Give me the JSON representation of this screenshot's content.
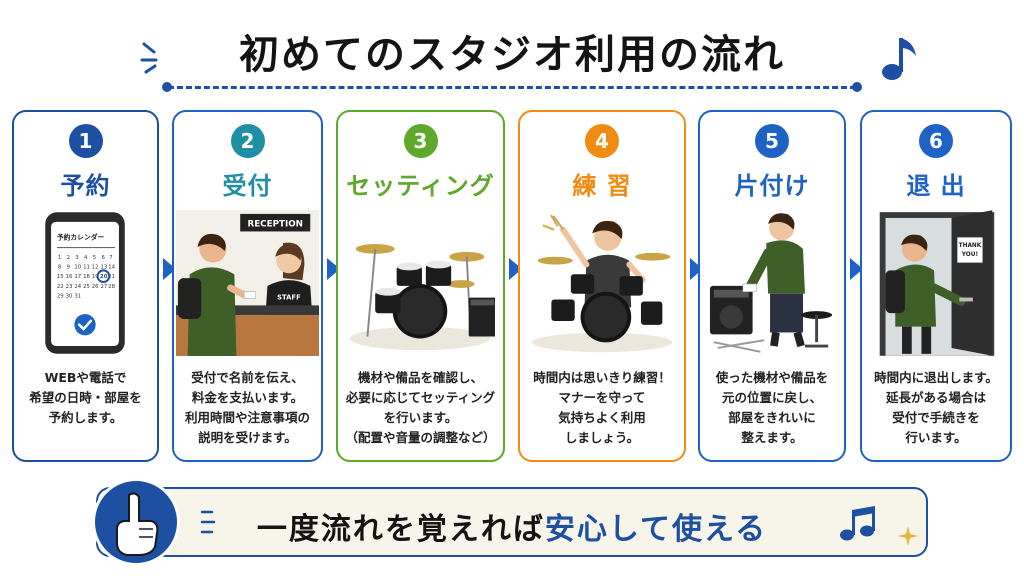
{
  "title": "初めてのスタジオ利用の流れ",
  "steps": [
    {
      "num": "1",
      "title": "予約",
      "color": "#1d4fa3",
      "lines": [
        "WEBや電話で",
        "希望の日時・部屋を",
        "予約します。"
      ],
      "calendar_label": "予約カレンダー"
    },
    {
      "num": "2",
      "title": "受付",
      "color": "#1f8fa6",
      "lines": [
        "受付で名前を伝え、",
        "料金を支払います。",
        "利用時間や注意事項の",
        "説明を受けます。"
      ],
      "sign": "RECEPTION",
      "shirt": "STAFF"
    },
    {
      "num": "3",
      "title": "セッティング",
      "color": "#5ea82a",
      "lines": [
        "機材や備品を確認し、",
        "必要に応じてセッティング",
        "を行います。",
        "（配置や音量の調整など）"
      ]
    },
    {
      "num": "4",
      "title": "練 習",
      "color": "#f08c12",
      "lines": [
        "時間内は思いきり練習！",
        "マナーを守って",
        "気持ちよく利用",
        "しましょう。"
      ]
    },
    {
      "num": "5",
      "title": "片付け",
      "color": "#1d62c4",
      "lines": [
        "使った機材や備品を",
        "元の位置に戻し、",
        "部屋をきれいに",
        "整えます。"
      ]
    },
    {
      "num": "6",
      "title": "退 出",
      "color": "#1d62c4",
      "lines": [
        "時間内に退出します。",
        "延長がある場合は",
        "受付で手続きを",
        "行います。"
      ],
      "door_sign": [
        "THANK",
        "YOU!"
      ]
    }
  ],
  "banner": {
    "part1": "一度流れを覚えれば",
    "part2": "安心して使える"
  },
  "colors": {
    "accent": "#1d4fa3",
    "banner_bg": "#f7f4e9"
  },
  "icons": [
    "music-note-icon",
    "sparkle-icon",
    "pointing-hand-icon",
    "arrow-right-icon",
    "check-icon"
  ]
}
